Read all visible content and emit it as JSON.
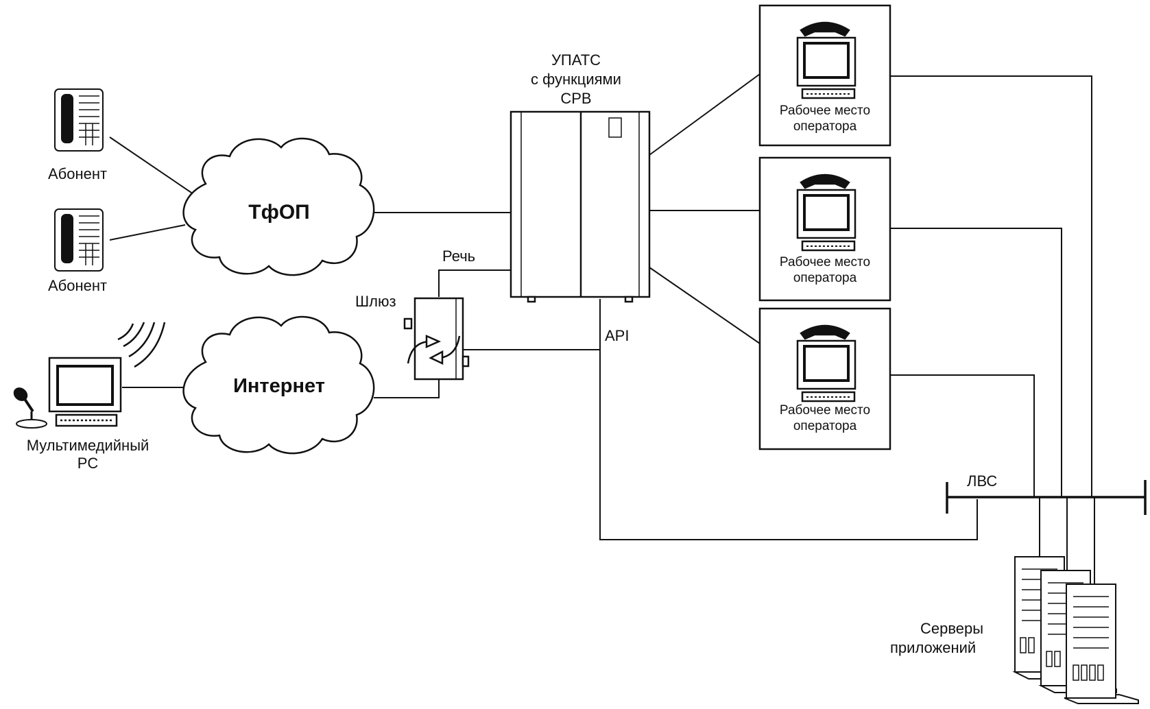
{
  "diagram": {
    "pstn_cloud": "ТфОП",
    "internet_cloud": "Интернет",
    "subscriber_1": "Абонент",
    "subscriber_2": "Абонент",
    "multimedia_pc_line1": "Мультимедийный",
    "multimedia_pc_line2": "PC",
    "pbx_line1": "УПАТС",
    "pbx_line2": "с функциями",
    "pbx_line3": "СРВ",
    "speech": "Речь",
    "gateway": "Шлюз",
    "api": "API",
    "operators": [
      {
        "line1": "Рабочее место",
        "line2": "оператора"
      },
      {
        "line1": "Рабочее место",
        "line2": "оператора"
      },
      {
        "line1": "Рабочее место",
        "line2": "оператора"
      }
    ],
    "lan": "ЛВС",
    "servers_line1": "Серверы",
    "servers_line2": "приложений"
  }
}
